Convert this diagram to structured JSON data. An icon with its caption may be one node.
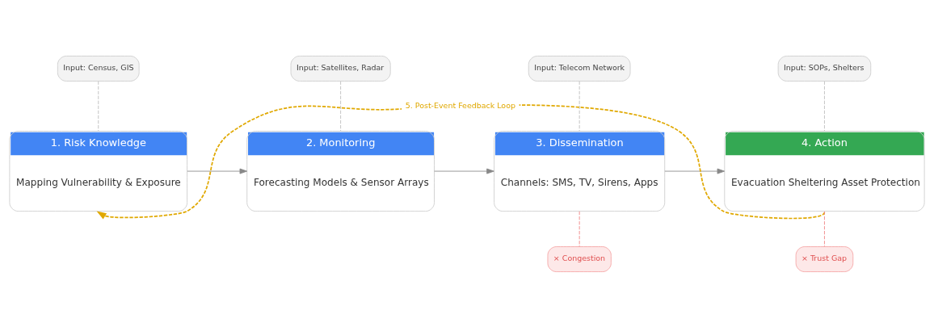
{
  "diagram": {
    "nodes": [
      {
        "text": [
          "Input: Census, GIS"
        ]
      },
      {
        "text": [
          "Input: Satellites, Radar"
        ]
      },
      {
        "text": [
          "Input: Telecom Network"
        ]
      },
      {
        "text": [
          "Input: SOPs, Shelters"
        ]
      },
      {
        "text": [
          "1. Risk Knowledge",
          "Mapping Vulnerability & Exposure"
        ]
      },
      {
        "text": [
          "2. Monitoring",
          "Forecasting Models & Sensor Arrays"
        ]
      },
      {
        "text": [
          "3. Dissemination",
          "Channels: SMS, TV, Sirens, Apps"
        ]
      },
      {
        "text": [
          "4. Action",
          "Evacuation Sheltering Asset Protection"
        ]
      },
      {
        "text": [
          "× Congestion"
        ]
      },
      {
        "text": [
          "× Trust Gap"
        ]
      }
    ],
    "edges": [
      {
        "from": 0,
        "to": 4,
        "arrow": "none",
        "style": "dashed",
        "color": "#bbbbbb"
      },
      {
        "from": 1,
        "to": 5,
        "arrow": "none",
        "style": "dashed",
        "color": "#bbbbbb"
      },
      {
        "from": 2,
        "to": 6,
        "arrow": "none",
        "style": "dashed",
        "color": "#bbbbbb"
      },
      {
        "from": 3,
        "to": 7,
        "arrow": "none",
        "style": "dashed",
        "color": "#bbbbbb"
      },
      {
        "from": 4,
        "to": 5,
        "arrow": "to"
      },
      {
        "from": 5,
        "to": 6,
        "arrow": "to"
      },
      {
        "from": 6,
        "to": 7,
        "arrow": "to"
      },
      {
        "from": 6,
        "to": 8,
        "arrow": "none",
        "style": "dashed",
        "color": "#f08080"
      },
      {
        "from": 7,
        "to": 9,
        "arrow": "none",
        "style": "dashed",
        "color": "#f08080"
      },
      {
        "from": 7,
        "to": 4,
        "arrow": "to",
        "style": "dashed",
        "color": "#e0a800",
        "label": "5. Post-Event Feedback Loop"
      }
    ]
  }
}
